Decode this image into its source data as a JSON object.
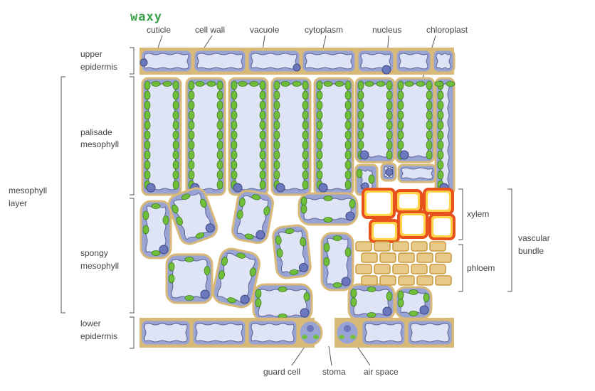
{
  "annotation": {
    "text": "waxy",
    "color": "#3aa24a"
  },
  "labels": {
    "cuticle": "cuticle",
    "cell_wall": "cell wall",
    "vacuole": "vacuole",
    "cytoplasm": "cytoplasm",
    "nucleus": "nucleus",
    "chloroplast": "chloroplast",
    "upper_epidermis": [
      "upper",
      "epidermis"
    ],
    "palisade_mesophyll": [
      "palisade",
      "mesophyll"
    ],
    "mesophyll_layer": [
      "mesophyll",
      "layer"
    ],
    "spongy_mesophyll": [
      "spongy",
      "mesophyll"
    ],
    "lower_epidermis": [
      "lower",
      "epidermis"
    ],
    "xylem": "xylem",
    "phloem": "phloem",
    "vascular_bundle": [
      "vascular",
      "bundle"
    ],
    "guard_cell": "guard cell",
    "stoma": "stoma",
    "air_space": "air space"
  },
  "colors": {
    "cell_wall": "#d8b978",
    "cytoplasm": "#9aa4d4",
    "vacuole": "#dfe3f6",
    "chloroplast": "#6fbf3a",
    "nucleus": "#6b78be",
    "xylem_wall": "#e8501c",
    "xylem_inner": "#ffd24a",
    "phloem": "#e8c98a"
  }
}
